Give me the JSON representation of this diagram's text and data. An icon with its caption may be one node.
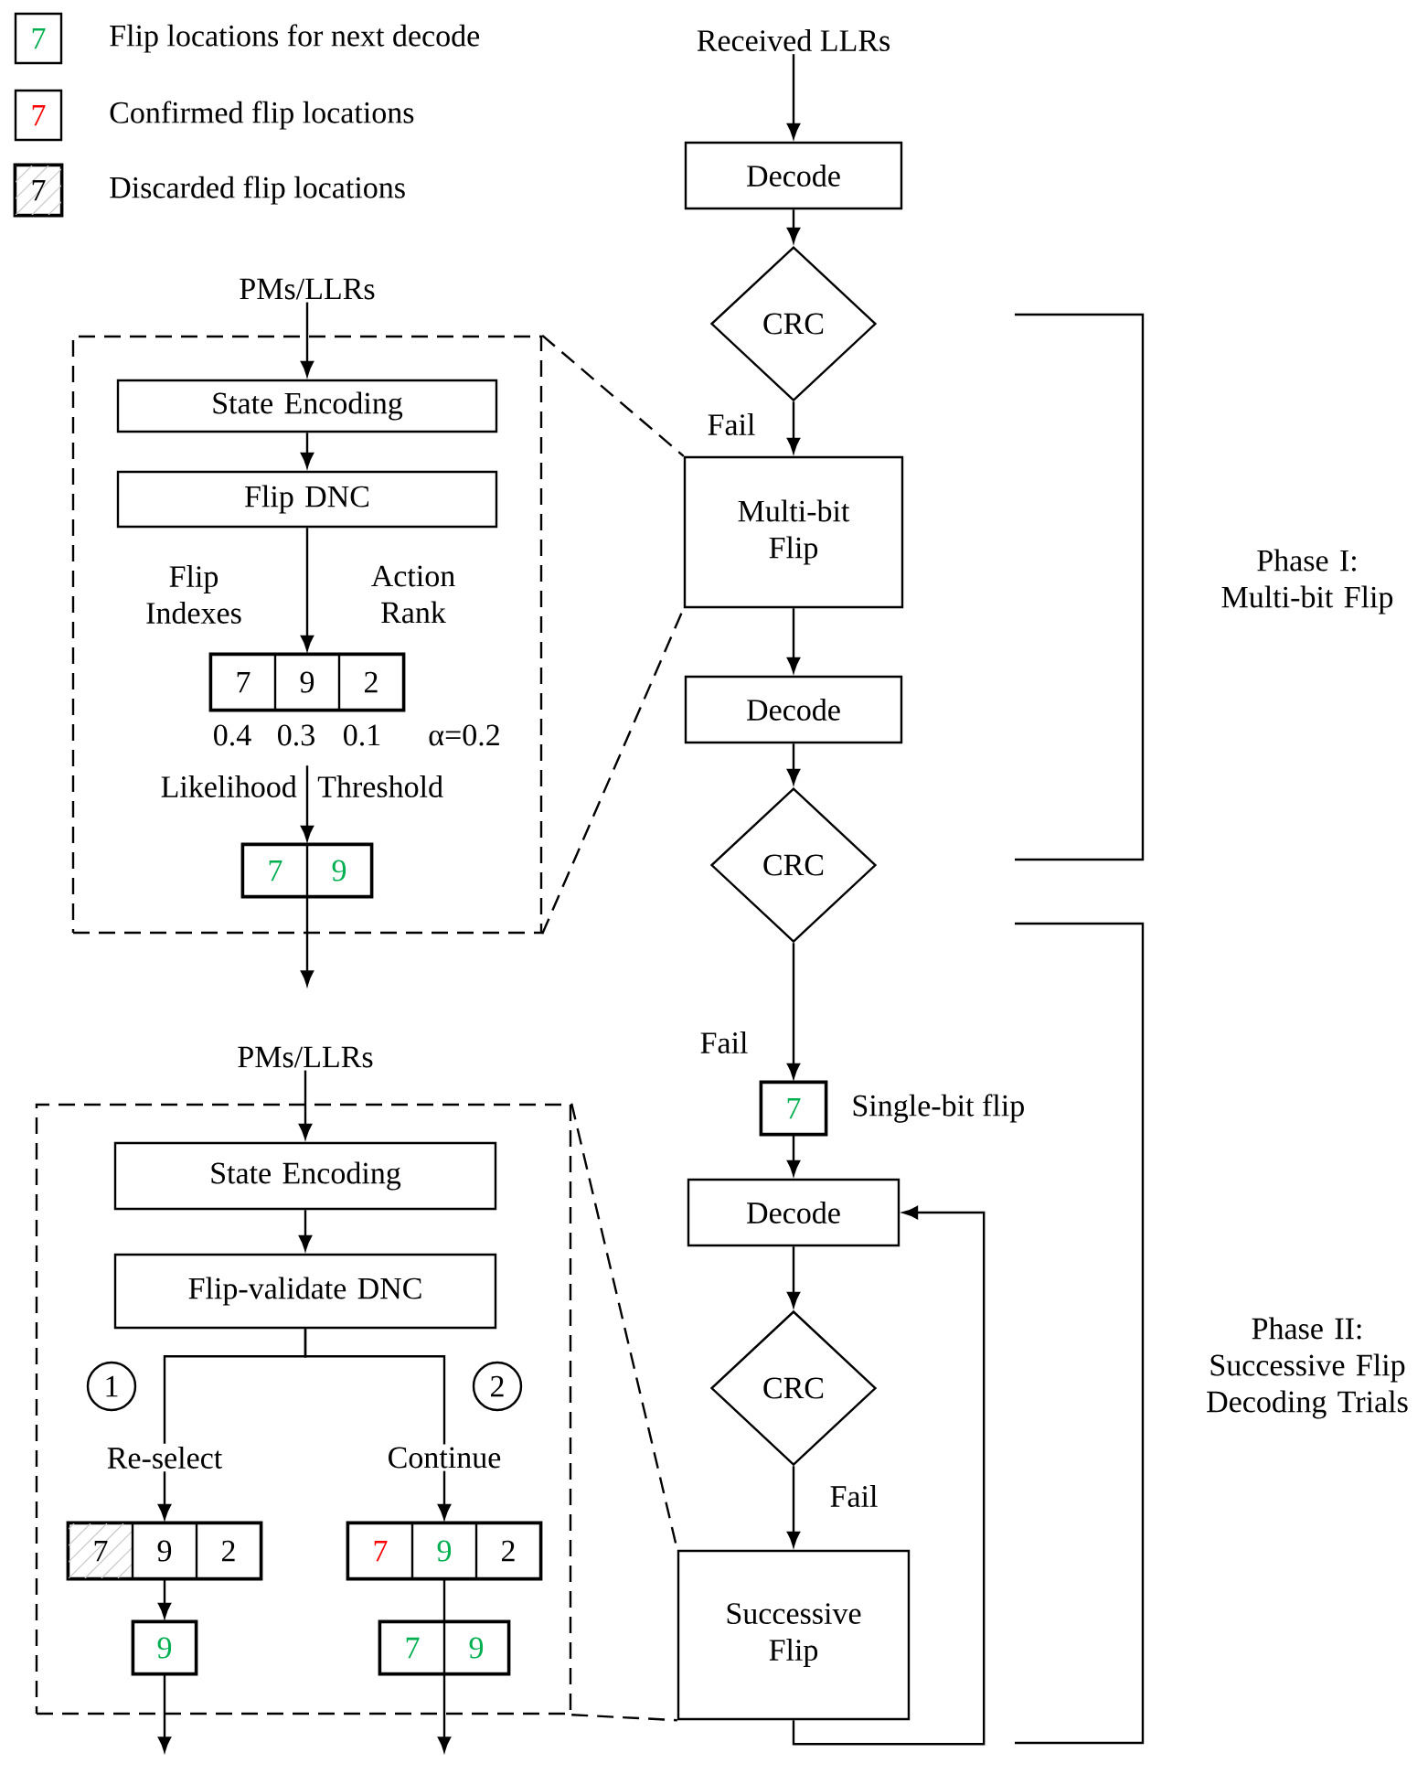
{
  "diagram": {
    "nodes": [
      {
        "text": [
          "Received LLRs"
        ]
      },
      {
        "text": [
          "Decode"
        ]
      },
      {
        "text": [
          "CRC"
        ]
      },
      {
        "text": [
          "Multi-bit Flip"
        ]
      },
      {
        "text": [
          "Decode"
        ]
      },
      {
        "text": [
          "CRC"
        ]
      },
      {
        "text": [
          "7"
        ],
        "beside": [
          "Single-bit flip"
        ]
      },
      {
        "text": [
          "Decode"
        ]
      },
      {
        "text": [
          "CRC"
        ]
      },
      {
        "text": [
          "Successive Flip"
        ]
      },
      {
        "text": [],
        "shape": "box"
      },
      {
        "text": [
          "PMs/LLRs"
        ]
      },
      {
        "text": [
          "State Encoding"
        ],
        "in": 10
      },
      {
        "text": [
          "Flip DNC"
        ],
        "in": 10
      },
      {
        "text": [
          "7",
          "9",
          "2"
        ],
        "in": 10
      },
      {
        "text": [
          "7",
          "9"
        ],
        "in": 10
      },
      {
        "text": [
          "PMs/LLRs"
        ]
      },
      {
        "text": [],
        "shape": "box"
      },
      {
        "text": [
          "State Encoding"
        ],
        "in": 17
      },
      {
        "text": [
          "Flip-validate DNC"
        ],
        "in": 17
      },
      {
        "text": [
          "1"
        ],
        "in": 17
      },
      {
        "text": [
          "2"
        ],
        "in": 17
      },
      {
        "text": [
          "Re-select"
        ],
        "in": 17
      },
      {
        "text": [
          "Continue"
        ],
        "in": 17
      },
      {
        "text": [
          "7",
          "9",
          "2"
        ],
        "in": 17
      },
      {
        "text": [
          "7",
          "9",
          "2"
        ],
        "in": 17
      },
      {
        "text": [
          "9"
        ],
        "in": 17
      },
      {
        "text": [
          "7",
          "9"
        ],
        "in": 17
      }
    ],
    "edges": [
      {
        "from": 0,
        "to": 1,
        "arrow": "to"
      },
      {
        "from": 1,
        "to": 2,
        "arrow": "to"
      },
      {
        "from": 2,
        "to": 3,
        "arrow": "to",
        "label": "Fail"
      },
      {
        "from": 3,
        "to": 4,
        "arrow": "to"
      },
      {
        "from": 4,
        "to": 5,
        "arrow": "to"
      },
      {
        "from": 5,
        "to": 6,
        "arrow": "to",
        "label": "Fail"
      },
      {
        "from": 6,
        "to": 7,
        "arrow": "to"
      },
      {
        "from": 7,
        "to": 8,
        "arrow": "to"
      },
      {
        "from": 8,
        "to": 9,
        "arrow": "to",
        "label": "Fail"
      },
      {
        "from": 9,
        "to": 7,
        "arrow": "to"
      },
      {
        "from": 10,
        "to": 3,
        "arrow": "none",
        "style": "dashed"
      },
      {
        "from": 10,
        "to": 3,
        "arrow": "none",
        "style": "dashed"
      },
      {
        "from": 11,
        "to": 12,
        "arrow": "to"
      },
      {
        "from": 12,
        "to": 13,
        "arrow": "to"
      },
      {
        "from": 13,
        "to": 14,
        "arrow": "to"
      },
      {
        "from": 14,
        "to": 15,
        "arrow": "to"
      },
      {
        "from": 15,
        "to": null,
        "arrow": "to"
      },
      {
        "from": 17,
        "to": 9,
        "arrow": "none",
        "style": "dashed"
      },
      {
        "from": 17,
        "to": 9,
        "arrow": "none",
        "style": "dashed"
      },
      {
        "from": 16,
        "to": 18,
        "arrow": "to"
      },
      {
        "from": 18,
        "to": 19,
        "arrow": "to"
      },
      {
        "from": 19,
        "to": 22,
        "arrow": "none"
      },
      {
        "from": 19,
        "to": 23,
        "arrow": "none"
      },
      {
        "from": 22,
        "to": 24,
        "arrow": "to"
      },
      {
        "from": 23,
        "to": 25,
        "arrow": "to"
      },
      {
        "from": 24,
        "to": 26,
        "arrow": "to"
      },
      {
        "from": 25,
        "to": 27,
        "arrow": "none"
      },
      {
        "from": 26,
        "to": null,
        "arrow": "to"
      },
      {
        "from": 27,
        "to": null,
        "arrow": "to"
      }
    ],
    "labels": [
      "7",
      "7",
      "7",
      "Flip Indexes",
      "Action Rank",
      "0.4",
      "0.3",
      "0.1",
      "α=0.2",
      "Likelihood",
      "Threshold",
      "Phase I: Multi-bit Flip",
      "Phase II: Successive Flip Decoding Trials"
    ],
    "legend": [
      {
        "text": "Flip locations for next decode"
      },
      {
        "text": "Confirmed flip locations"
      },
      {
        "text": "Discarded flip locations"
      }
    ]
  }
}
